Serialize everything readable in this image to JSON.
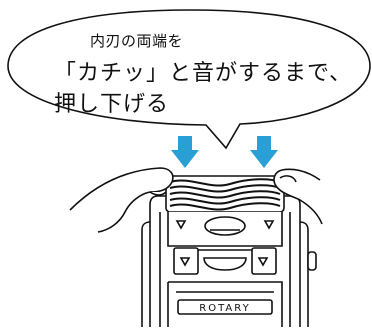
{
  "instruction": {
    "line1": "内刃の両端を",
    "line2": "「カチッ」と音がするまで、",
    "line3": "押し下げる"
  },
  "device": {
    "brand_label": "ROTARY",
    "icon": "shaver-icon"
  },
  "arrows": {
    "icon": "down-arrow-icon",
    "color": "#2a9fd6"
  },
  "colors": {
    "line": "#111111",
    "arrow": "#2a9fd6",
    "background": "#ffffff"
  }
}
